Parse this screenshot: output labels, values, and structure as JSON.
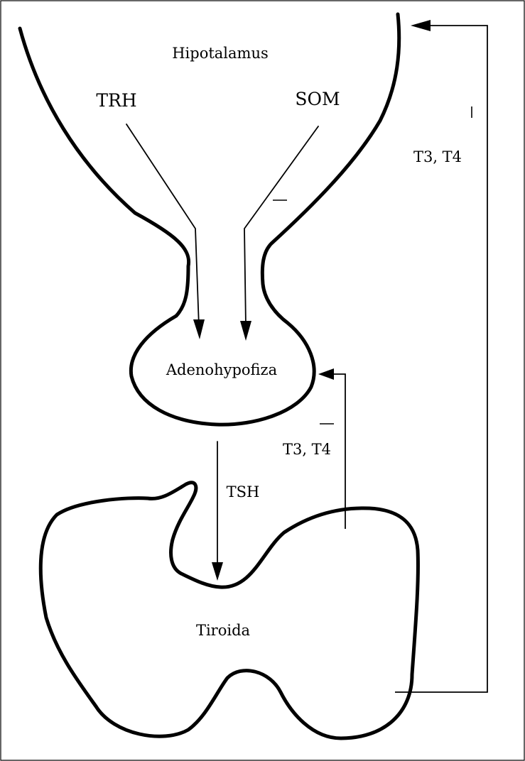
{
  "diagram": {
    "labels": {
      "hypothalamus": "Hipotalamus",
      "trh": "TRH",
      "som": "SOM",
      "adenohypophysis": "Adenohypofiza",
      "tsh": "TSH",
      "thyroid": "Tiroida",
      "feedback_upper": "T3, T4",
      "feedback_lower": "T3, T4"
    },
    "colors": {
      "line": "#000000",
      "background": "#ffffff"
    }
  }
}
